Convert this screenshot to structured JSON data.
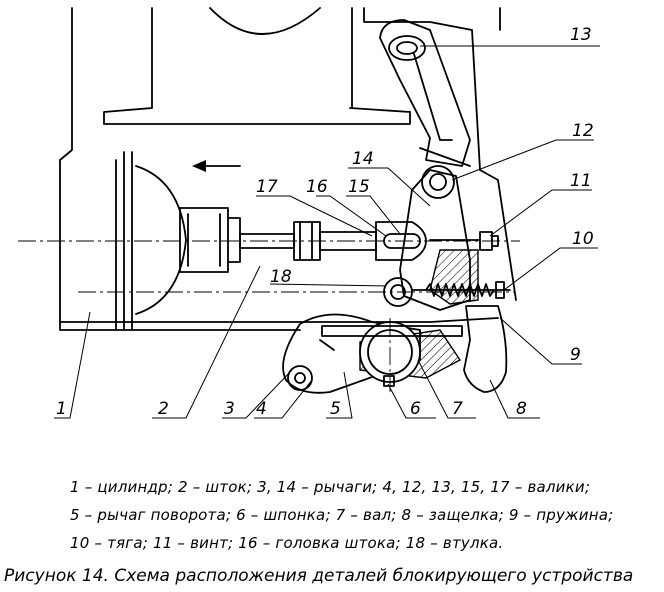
{
  "callouts": [
    "1",
    "2",
    "3",
    "4",
    "5",
    "6",
    "7",
    "8",
    "9",
    "10",
    "11",
    "12",
    "13",
    "14",
    "15",
    "16",
    "17",
    "18"
  ],
  "legend": {
    "line1": "1 – цилиндр; 2 – шток; 3, 14 – рычаги; 4, 12, 13, 15, 17 – валики;",
    "line2": "5 – рычаг поворота; 6 – шпонка; 7 – вал; 8 – защелка; 9 – пружина;",
    "line3": "10 – тяга; 11 – винт; 16 – головка штока; 18 – втулка."
  },
  "caption": "Рисунок 14. Схема расположения деталей блокирующего устройства"
}
